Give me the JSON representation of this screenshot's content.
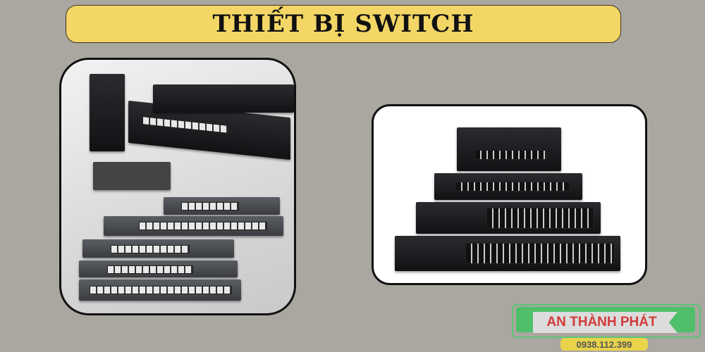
{
  "banner": {
    "title": "THIẾT BỊ SWITCH",
    "color": "#f3d665"
  },
  "images": {
    "left": {
      "subject": "industrial-and-rack-network-switches"
    },
    "right": {
      "subject": "stacked-ethernet-switches"
    }
  },
  "logo": {
    "brand": "AN THÀNH PHÁT",
    "phone": "0938.112.399",
    "colors": {
      "green": "#4fbf6a",
      "text": "#d23a3a",
      "phone_bg": "#e8d34a"
    }
  },
  "background": "#aaa6a0"
}
